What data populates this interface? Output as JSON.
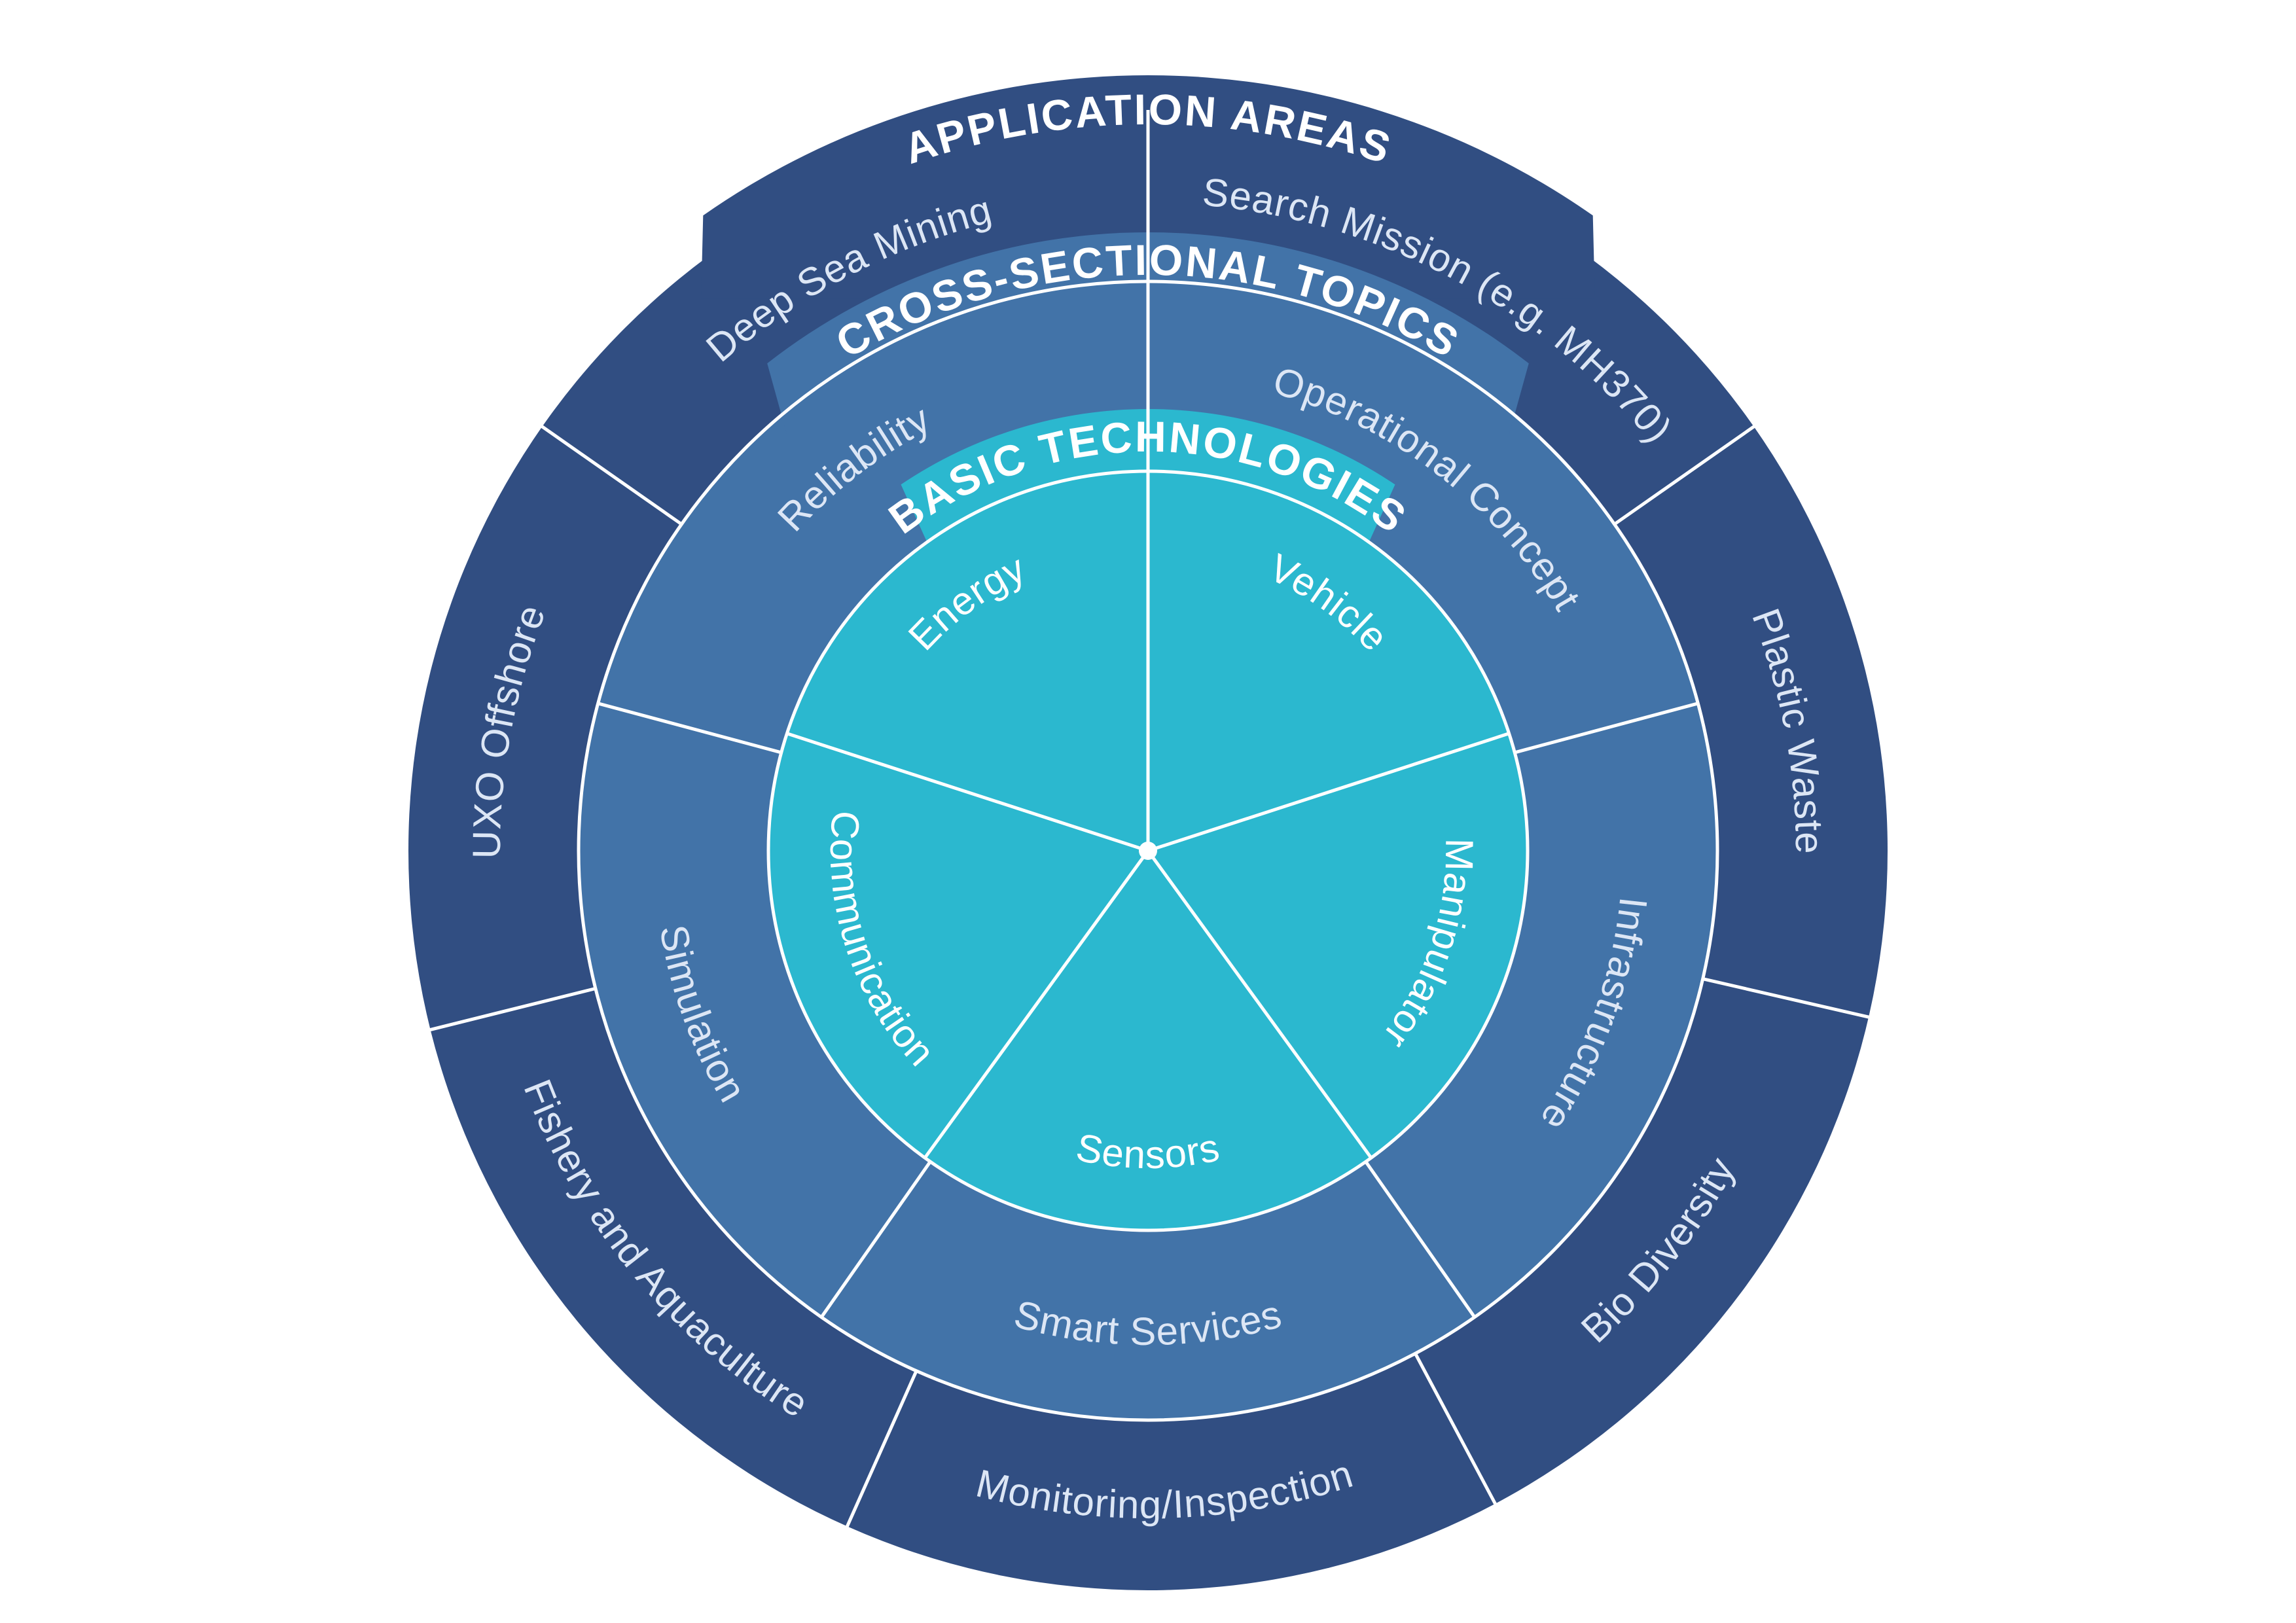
{
  "diagram": {
    "rings": {
      "application_areas": {
        "title": "APPLICATION AREAS",
        "color": "#314e82",
        "segments": [
          "Search Mission (e.g. MH370)",
          "Plastic Waste",
          "Bio Diversity",
          "Monitoring/Inspection",
          "Fishery and Aquaculture",
          "UXO Offshore",
          "Deep Sea Mining"
        ]
      },
      "cross_sectional_topics": {
        "title": "CROSS-SECTIONAL TOPICS",
        "color": "#4273a8",
        "segments": [
          "Operational Concept",
          "Infrastructure",
          "Smart Services",
          "Simulation",
          "Reliability"
        ]
      },
      "basic_technologies": {
        "title": "BASIC TECHNOLOGIES",
        "color": "#2bb8cf",
        "segments": [
          "Vehicle",
          "Manipulator",
          "Sensors",
          "Communication",
          "Energy"
        ]
      }
    },
    "divider_color": "#ffffff"
  }
}
